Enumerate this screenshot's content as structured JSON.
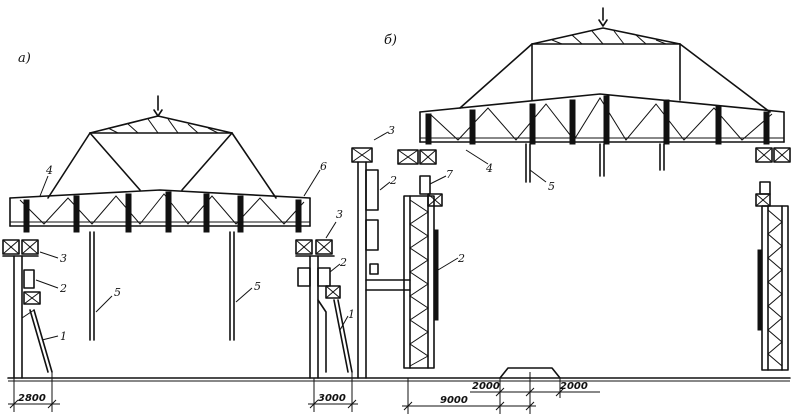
{
  "panels": {
    "a": {
      "letter": "а)"
    },
    "b": {
      "letter": "б)"
    }
  },
  "callouts": {
    "a_4": "4",
    "a_6": "6",
    "a_3_left": "3",
    "a_2_left": "2",
    "a_1_left": "1",
    "a_5_left": "5",
    "a_5_right": "5",
    "a_3_right": "3",
    "a_2_right": "2",
    "a_1_right": "1",
    "b_3": "3",
    "b_2_top": "2",
    "b_2_mid": "2",
    "b_4": "4",
    "b_5": "5",
    "b_7": "7"
  },
  "dimensions": {
    "d2800": "2800",
    "d3000": "3000",
    "d2000_left": "2000",
    "d2000_right": "2000",
    "d9000": "9000"
  },
  "colors": {
    "ink": "#111111",
    "paper": "#ffffff"
  }
}
